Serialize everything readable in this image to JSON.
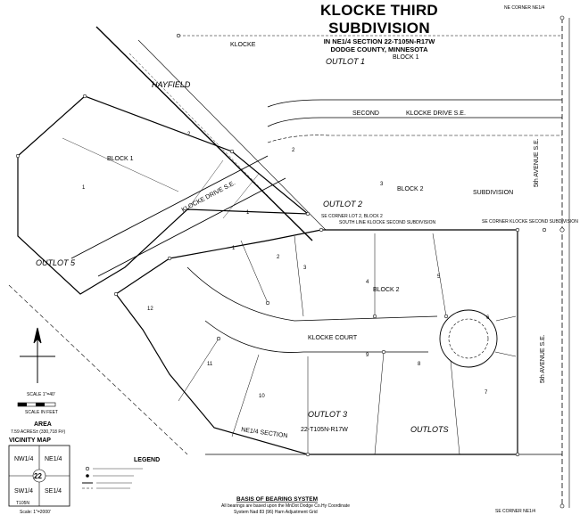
{
  "title": {
    "main": "KLOCKE THIRD SUBDIVISION",
    "line1": "IN NE1/4 SECTION 22-T105N-R17W",
    "line2": "DODGE COUNTY, MINNESOTA"
  },
  "areas": {
    "hayfield": "HAYFIELD",
    "outlot_1": "OUTLOT 1",
    "outlot_2": "OUTLOT 2",
    "outlot_3": "OUTLOT 3",
    "outlot_5": "OUTLOT 5",
    "outlots": "OUTLOTS",
    "block_1_a": "BLOCK 1",
    "block_1_b": "BLOCK 1",
    "block_2_a": "BLOCK 2",
    "block_2_b": "BLOCK 2",
    "klocke": "KLOCKE",
    "subdivision": "SUBDIVISION",
    "second": "SECOND",
    "klocke_drive_se_top": "KLOCKE DRIVE S.E.",
    "klocke_drive_se_diag": "KLOCKE DRIVE S.E.",
    "klocke_court": "KLOCKE COURT",
    "fifth_avenue_upper": "5th AVENUE S.E.",
    "fifth_avenue_lower": "5th AVENUE S.E.",
    "section_label": "NE1/4 SECTION",
    "section_number": "22-T105N-R17W"
  },
  "lots": [
    "1",
    "2",
    "3",
    "4",
    "5",
    "6",
    "7",
    "8",
    "9",
    "10",
    "11",
    "12",
    "1",
    "2",
    "1",
    "2",
    "3"
  ],
  "notes": {
    "ne_corner_top": "NE CORNER NE1/4",
    "se_corner_lot": "SE CORNER LOT 2, BLOCK 2",
    "south_line": "SOUTH LINE KLOCKE SECOND SUBDIVISION",
    "se_corner_klocke": "SE CORNER KLOCKE SECOND SUBDIVISION",
    "se_corner_bottom": "SE CORNER NE1/4"
  },
  "scale_bar": {
    "label": "SCALE 1\"=40'",
    "unit": "SCALE IN FEET"
  },
  "area_box": {
    "title": "AREA",
    "value": "7.59 ACRES± (330,718 Ft²)"
  },
  "vicinity_map": {
    "title": "VICINITY MAP",
    "nw": "NW1/4",
    "ne": "NE1/4",
    "sw": "SW1/4",
    "se": "SE1/4",
    "section": "22",
    "township": "T105N",
    "scale": "Scale: 1\"=2000'"
  },
  "legend": {
    "title": "LEGEND"
  },
  "basis": {
    "title": "BASIS OF BEARING SYSTEM",
    "line1": "All bearings are based upon the MnDot Dodge Co.Hy Coordinate",
    "line2": "System Nad 83 (96) Harn Adjustment Grid"
  },
  "colors": {
    "ink": "#000000",
    "paper": "#ffffff"
  }
}
